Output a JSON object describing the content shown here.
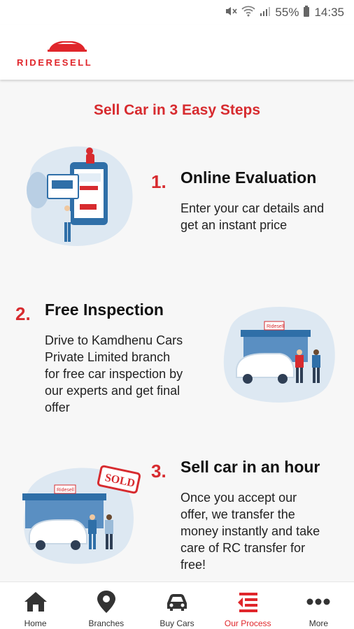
{
  "status_bar": {
    "battery": "55%",
    "time": "14:35"
  },
  "brand": {
    "name": "RIDERESELL",
    "color": "#e0262b"
  },
  "page": {
    "heading": "Sell Car in 3 Easy Steps"
  },
  "steps": [
    {
      "number": "1.",
      "title": "Online Evaluation",
      "lines": [
        "Enter your car details and",
        "get an instant price"
      ]
    },
    {
      "number": "2.",
      "title": "Free Inspection",
      "lines": [
        "Drive to Kamdhenu Cars",
        "Private Limited branch",
        "for free car inspection by",
        "our experts and get final",
        "offer"
      ]
    },
    {
      "number": "3.",
      "title": "Sell car in an hour",
      "lines": [
        "Once you accept our",
        "offer, we transfer the",
        "money instantly and take",
        "care of RC transfer for",
        "free!"
      ]
    }
  ],
  "illustrations": {
    "sold_badge": "SOLD",
    "sign_text": "Ridesell"
  },
  "bottom_nav": [
    {
      "label": "Home",
      "icon": "home-icon",
      "active": false
    },
    {
      "label": "Branches",
      "icon": "location-pin-icon",
      "active": false
    },
    {
      "label": "Buy Cars",
      "icon": "car-icon",
      "active": false
    },
    {
      "label": "Our Process",
      "icon": "process-list-icon",
      "active": true
    },
    {
      "label": "More",
      "icon": "more-dots-icon",
      "active": false
    }
  ],
  "colors": {
    "accent": "#d72b2f",
    "active_nav": "#e0262b",
    "illustration_blue": "#2f6fa8"
  }
}
